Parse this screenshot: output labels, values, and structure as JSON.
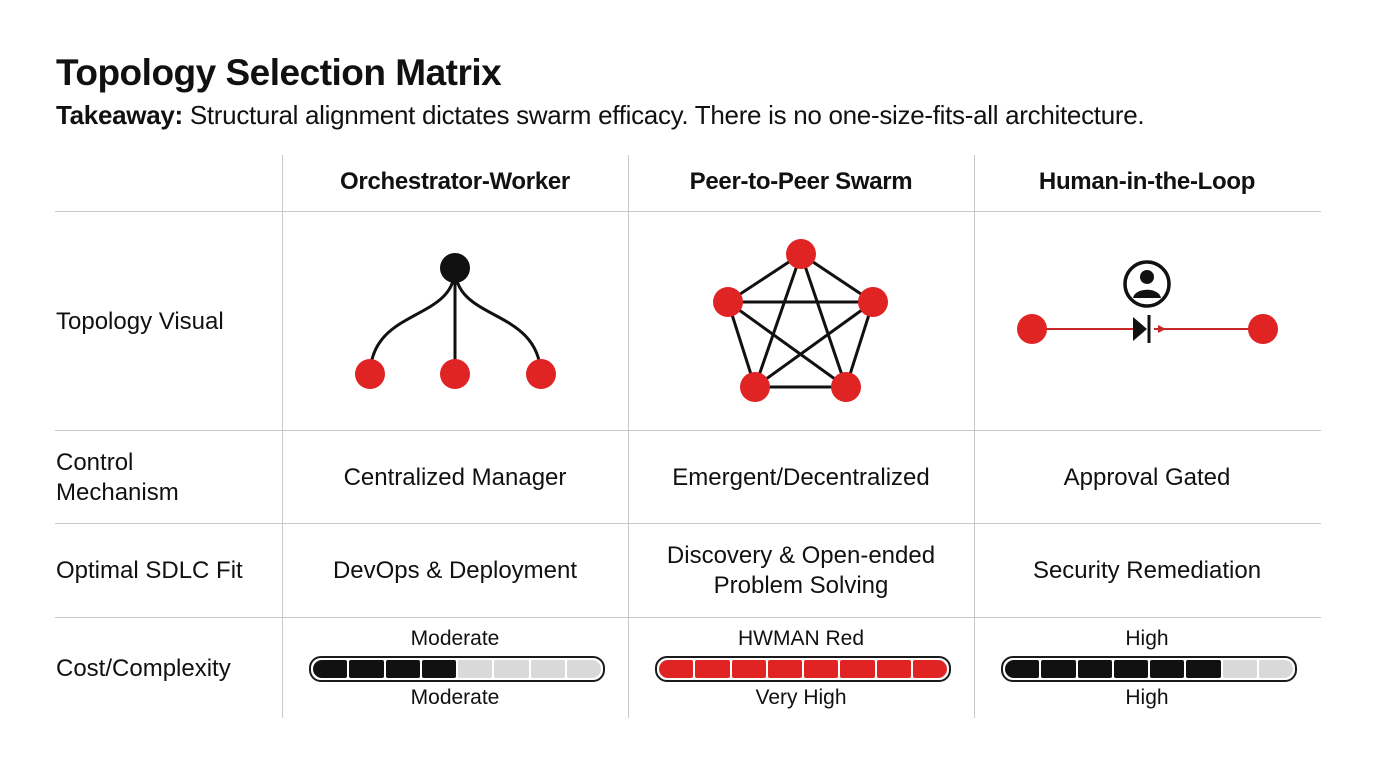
{
  "title": "Topology Selection Matrix",
  "takeaway": {
    "label": "Takeaway:",
    "text": " Structural alignment dictates swarm efficacy. There is no one-size-fits-all architecture."
  },
  "columns": [
    "Orchestrator-Worker",
    "Peer-to-Peer Swarm",
    "Human-in-the-Loop"
  ],
  "rows": {
    "topology_visual": "Topology Visual",
    "control_mechanism": "Control\nMechanism",
    "optimal_sdlc_fit": "Optimal SDLC Fit",
    "cost_complexity": "Cost/Complexity"
  },
  "control": [
    "Centralized Manager",
    "Emergent/Decentralized",
    "Approval Gated"
  ],
  "sdlc_fit": [
    "DevOps & Deployment",
    "Discovery & Open-ended\nProblem Solving",
    "Security Remediation"
  ],
  "cost": [
    {
      "top_label": "Moderate",
      "bottom_label": "Moderate",
      "filled": 4,
      "total": 8,
      "fill_color": "#111111"
    },
    {
      "top_label": "HWMAN Red",
      "bottom_label": "Very High",
      "filled": 8,
      "total": 8,
      "fill_color": "#e02424"
    },
    {
      "top_label": "High",
      "bottom_label": "High",
      "filled": 6,
      "total": 8,
      "fill_color": "#111111"
    }
  ],
  "colors": {
    "node_red": "#e02424",
    "node_black": "#111111",
    "grid": "#c9c9c9",
    "meter_empty": "#d9d9d9"
  },
  "icons": [
    "person-circle-icon",
    "diode-gate-icon"
  ]
}
